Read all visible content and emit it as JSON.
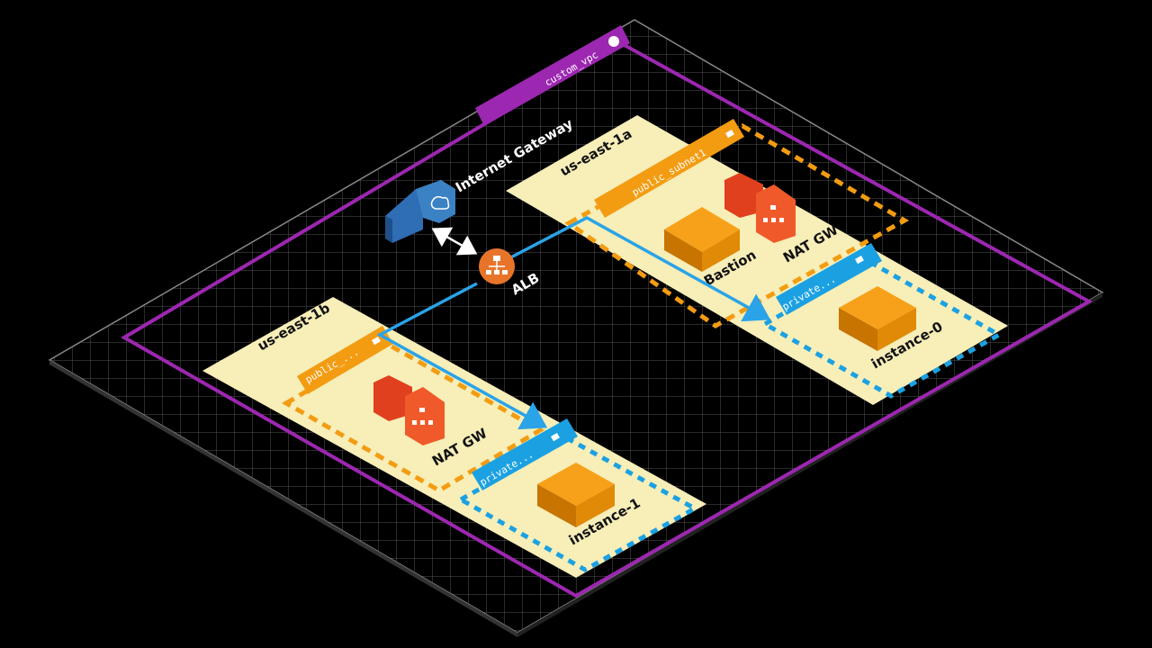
{
  "vpc": {
    "name": "custom_vpc",
    "color": "#9c27b0"
  },
  "internet_gateway": {
    "label": "Internet Gateway",
    "color": "#2f6db5"
  },
  "alb": {
    "label": "ALB",
    "color": "#e8742a"
  },
  "zones": [
    {
      "name": "us-east-1a",
      "public_subnet": "public_subnet1",
      "private_subnet": "private...",
      "nat_label": "NAT GW",
      "bastion_label": "Bastion",
      "instance_label": "instance-0"
    },
    {
      "name": "us-east-1b",
      "public_subnet": "public_...",
      "private_subnet": "private...",
      "nat_label": "NAT GW",
      "instance_label": "instance-1"
    }
  ],
  "colors": {
    "zone_fill": "#f7eeb8",
    "public": "#f39c12",
    "private": "#1ba1e2",
    "instance": "#f39c12",
    "nat": "#e0401d",
    "flow": "#2aa3e8"
  }
}
